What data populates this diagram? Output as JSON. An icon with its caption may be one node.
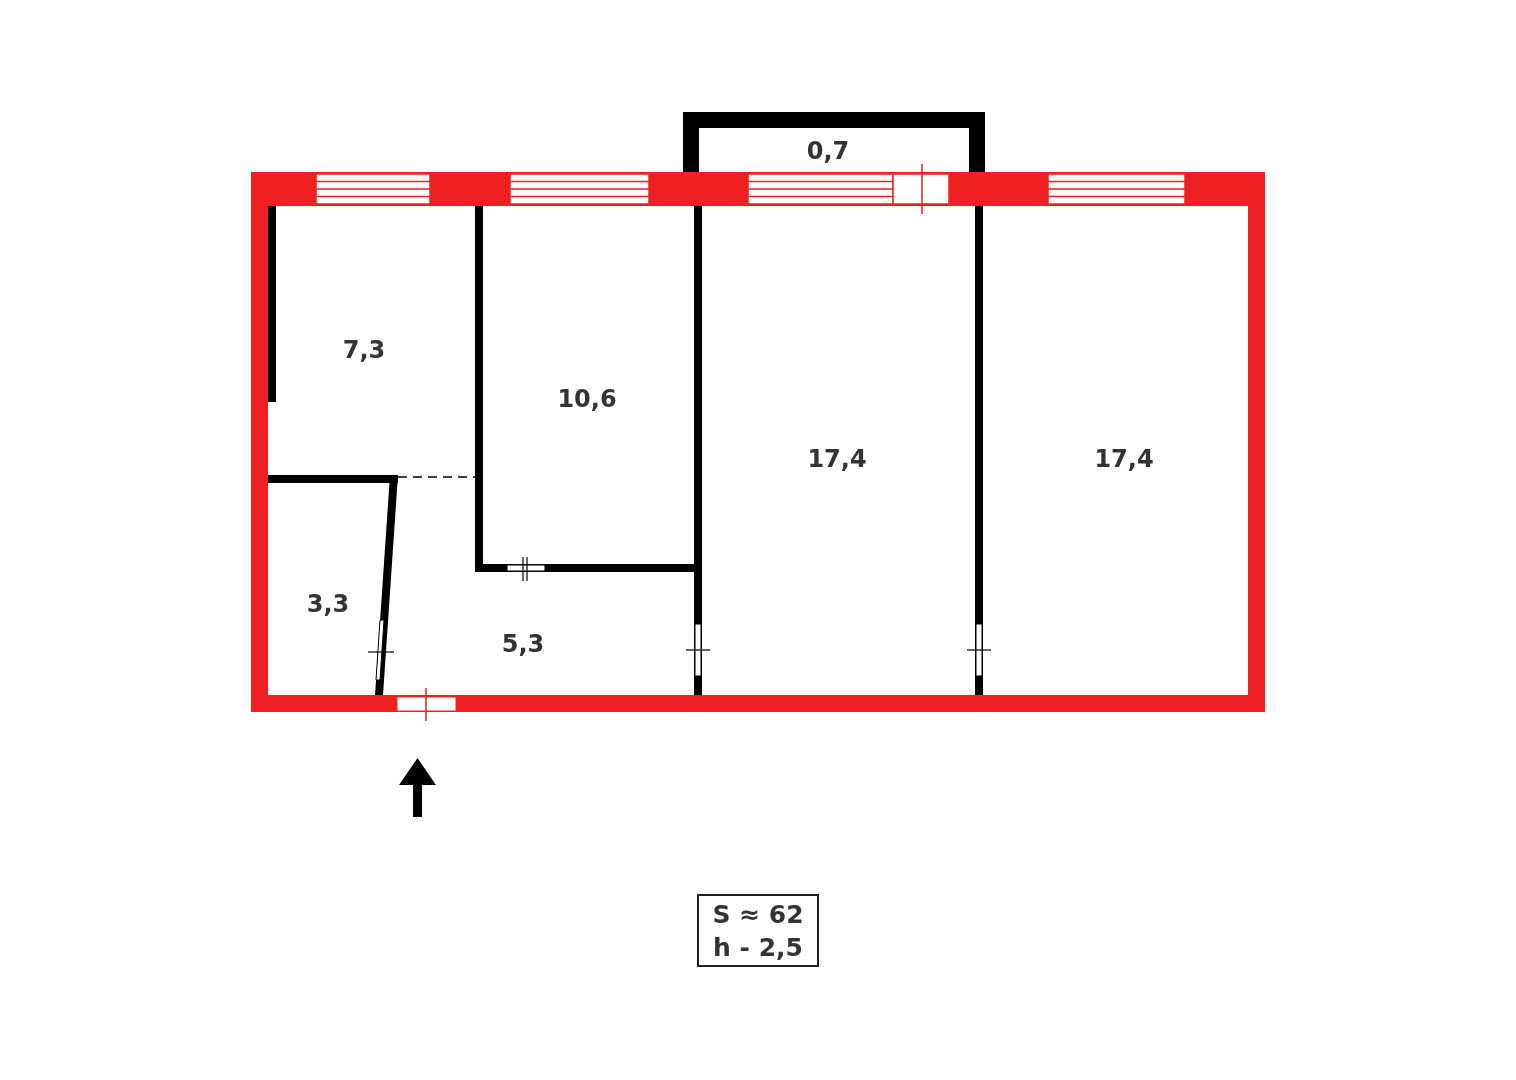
{
  "diagram": {
    "nodes": [
      {
        "text": [
          "S ≈ 62",
          "h - 2,5"
        ]
      }
    ],
    "labels": [
      "0,7",
      "7,3",
      "10,6",
      "17,4",
      "17,4",
      "3,3",
      "5,3"
    ]
  }
}
